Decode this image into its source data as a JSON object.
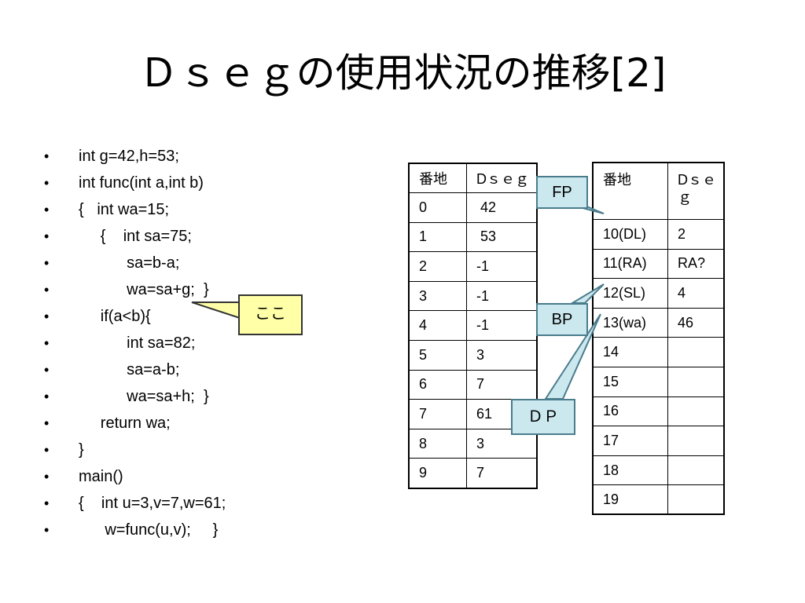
{
  "title": "Ｄｓｅｇの使用状況の推移[2]",
  "code": {
    "bullet": "•",
    "lines": [
      "int g=42,h=53;",
      "int func(int a,int b)",
      "{   int wa=15;",
      "     {    int sa=75;",
      "           sa=b-a;",
      "           wa=sa+g;  }",
      "     if(a<b){",
      "           int sa=82;",
      "           sa=a-b;",
      "           wa=sa+h;  }",
      "     return wa;",
      "}",
      "main()",
      "{    int u=3,v=7,w=61;",
      "      w=func(u,v);     }"
    ]
  },
  "table_left": {
    "headers": [
      "番地",
      "Dｓｅｇ"
    ],
    "rows": [
      [
        "0",
        " 42"
      ],
      [
        "1",
        " 53"
      ],
      [
        "2",
        "-1"
      ],
      [
        "3",
        "-1"
      ],
      [
        "4",
        "-1"
      ],
      [
        "5",
        "3"
      ],
      [
        "6",
        "7"
      ],
      [
        "7",
        "61"
      ],
      [
        "8",
        "3"
      ],
      [
        "9",
        "7"
      ]
    ]
  },
  "table_right": {
    "headers": [
      "番地",
      "Dｓｅｇ"
    ],
    "rows": [
      [
        "10(DL)",
        "2"
      ],
      [
        "11(RA)",
        "RA?"
      ],
      [
        "12(SL)",
        "4"
      ],
      [
        "13(wa)",
        "46"
      ],
      [
        "14",
        ""
      ],
      [
        "15",
        ""
      ],
      [
        "16",
        ""
      ],
      [
        "17",
        ""
      ],
      [
        "18",
        ""
      ],
      [
        "19",
        ""
      ]
    ]
  },
  "callouts": {
    "fp": "FP",
    "bp": "BP",
    "dp": "ＤＰ",
    "koko": "ここ"
  },
  "colors": {
    "pointer_fill": "#cce8ef",
    "pointer_border": "#4a7c8c",
    "note_fill": "#ffffa8"
  }
}
